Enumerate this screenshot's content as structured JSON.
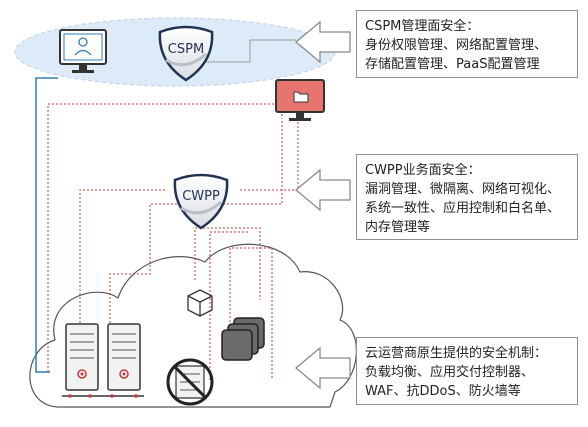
{
  "badges": {
    "cspm": "CSPM",
    "cwpp": "CWPP"
  },
  "callouts": {
    "cspm": {
      "lines": [
        "CSPM管理面安全：",
        "身份权限管理、网络配置管理、",
        "存储配置管理、PaaS配置管理"
      ]
    },
    "cwpp": {
      "lines": [
        "CWPP业务面安全：",
        "漏洞管理、微隔离、网络可视化、",
        "系统一致性、应用控制和白名单、",
        "内存管理等"
      ]
    },
    "cloud": {
      "lines": [
        "云运营商原生提供的安全机制：",
        "负载均衡、应用交付控制器、",
        "WAF、抗DDoS、防火墙等"
      ]
    }
  },
  "colors": {
    "cloud_blue": "#dcebf7",
    "monitor_red": "#e8746f",
    "link_red": "#c43a3a",
    "link_blue": "#2d7fb5",
    "shield_navy": "#1f3350"
  },
  "icons": [
    "user-monitor-icon",
    "folder-monitor-icon",
    "server-rack-icon",
    "container-cube-icon",
    "stacked-instances-icon",
    "blocked-server-icon",
    "arrow-left-icon"
  ]
}
